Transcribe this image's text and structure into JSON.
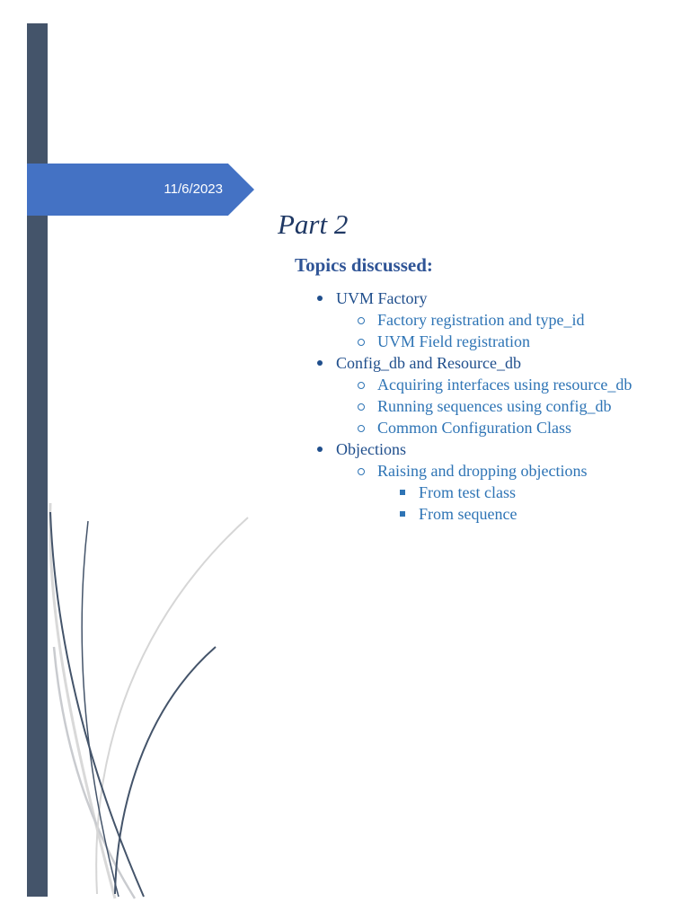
{
  "cover": {
    "date": "11/6/2023",
    "title": "Part 2",
    "subtitle": "Topics discussed:"
  },
  "topics": [
    {
      "level": 1,
      "text": "UVM Factory"
    },
    {
      "level": 2,
      "text": "Factory registration and type_id"
    },
    {
      "level": 2,
      "text": "UVM Field registration"
    },
    {
      "level": 1,
      "text": "Config_db and Resource_db"
    },
    {
      "level": 2,
      "text": "Acquiring interfaces using resource_db"
    },
    {
      "level": 2,
      "text": "Running sequences using config_db"
    },
    {
      "level": 2,
      "text": "Common Configuration Class"
    },
    {
      "level": 1,
      "text": "Objections"
    },
    {
      "level": 2,
      "text": "Raising and dropping objections"
    },
    {
      "level": 3,
      "text": "From test class"
    },
    {
      "level": 3,
      "text": "From sequence"
    }
  ],
  "colors": {
    "sidebar": "#44546a",
    "banner": "#4472c4",
    "title": "#1f3864",
    "subtitle": "#2f5496",
    "level1_text": "#1f4e8c",
    "nested_text": "#2e74b5"
  }
}
